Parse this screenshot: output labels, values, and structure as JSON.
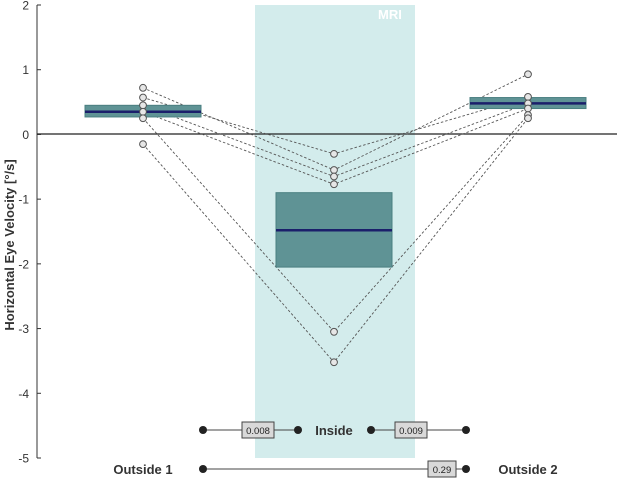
{
  "chart_data": {
    "type": "box",
    "ylabel": "Horizontal Eye Velocity [°/s]",
    "ylim": [
      -5,
      2
    ],
    "yticks": [
      2,
      1,
      0,
      -1,
      -2,
      -3,
      -4,
      -5
    ],
    "shaded_region": {
      "label": "MRI",
      "color": "#d3ecec"
    },
    "groups": [
      {
        "name": "Outside 1",
        "q1": 0.27,
        "median": 0.35,
        "q3": 0.45,
        "color": "#5f9395"
      },
      {
        "name": "Inside",
        "q1": -2.05,
        "median": -1.48,
        "q3": -0.9,
        "color": "#5f9395"
      },
      {
        "name": "Outside 2",
        "q1": 0.4,
        "median": 0.48,
        "q3": 0.57,
        "color": "#5f9395"
      }
    ],
    "subjects": [
      [
        0.72,
        -0.55,
        0.93
      ],
      [
        0.57,
        -0.3,
        0.58
      ],
      [
        0.45,
        -0.65,
        0.48
      ],
      [
        0.35,
        -0.77,
        0.4
      ],
      [
        0.25,
        -3.05,
        0.3
      ],
      [
        -0.15,
        -3.52,
        0.25
      ]
    ],
    "comparisons": [
      {
        "from": "Outside 1",
        "to": "Inside",
        "p_label": "0.008"
      },
      {
        "from": "Inside",
        "to": "Outside 2",
        "p_label": "0.009"
      },
      {
        "from": "Outside 1",
        "to": "Outside 2",
        "p_label": "0.29"
      }
    ],
    "median_color": "#1b1f6b",
    "grid": false
  }
}
